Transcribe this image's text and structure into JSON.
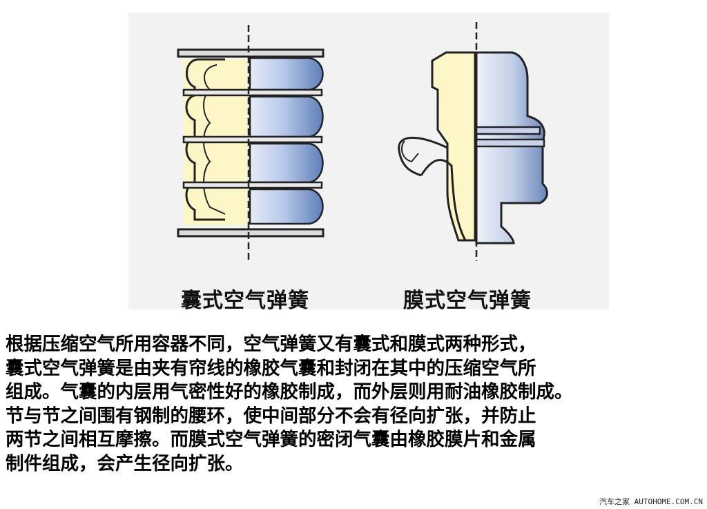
{
  "figure": {
    "left_caption": "囊式空气弹簧",
    "right_caption": "膜式空气弹簧"
  },
  "paragraph": [
    "根据压缩空气所用容器不同，空气弹簧又有囊式和膜式两种形式，",
    "囊式空气弹簧是由夹有帘线的橡胶气囊和封闭在其中的压缩空气所",
    "组成。气囊的内层用气密性好的橡胶制成，而外层则用耐油橡胶制成。",
    "节与节之间围有钢制的腰环，使中间部分不会有径向扩张，并防止",
    "两节之间相互摩擦。而膜式空气弹簧的密闭气囊由橡胶膜片和金属",
    "制件组成，会产生径向扩张。"
  ],
  "watermark": "汽车之家 AUTOHOME.COM.CN",
  "colors": {
    "cream": "#fdf6c6",
    "blue_light": "#dbe4f6",
    "blue_dark": "#6f8fc4",
    "outline": "#222222"
  }
}
